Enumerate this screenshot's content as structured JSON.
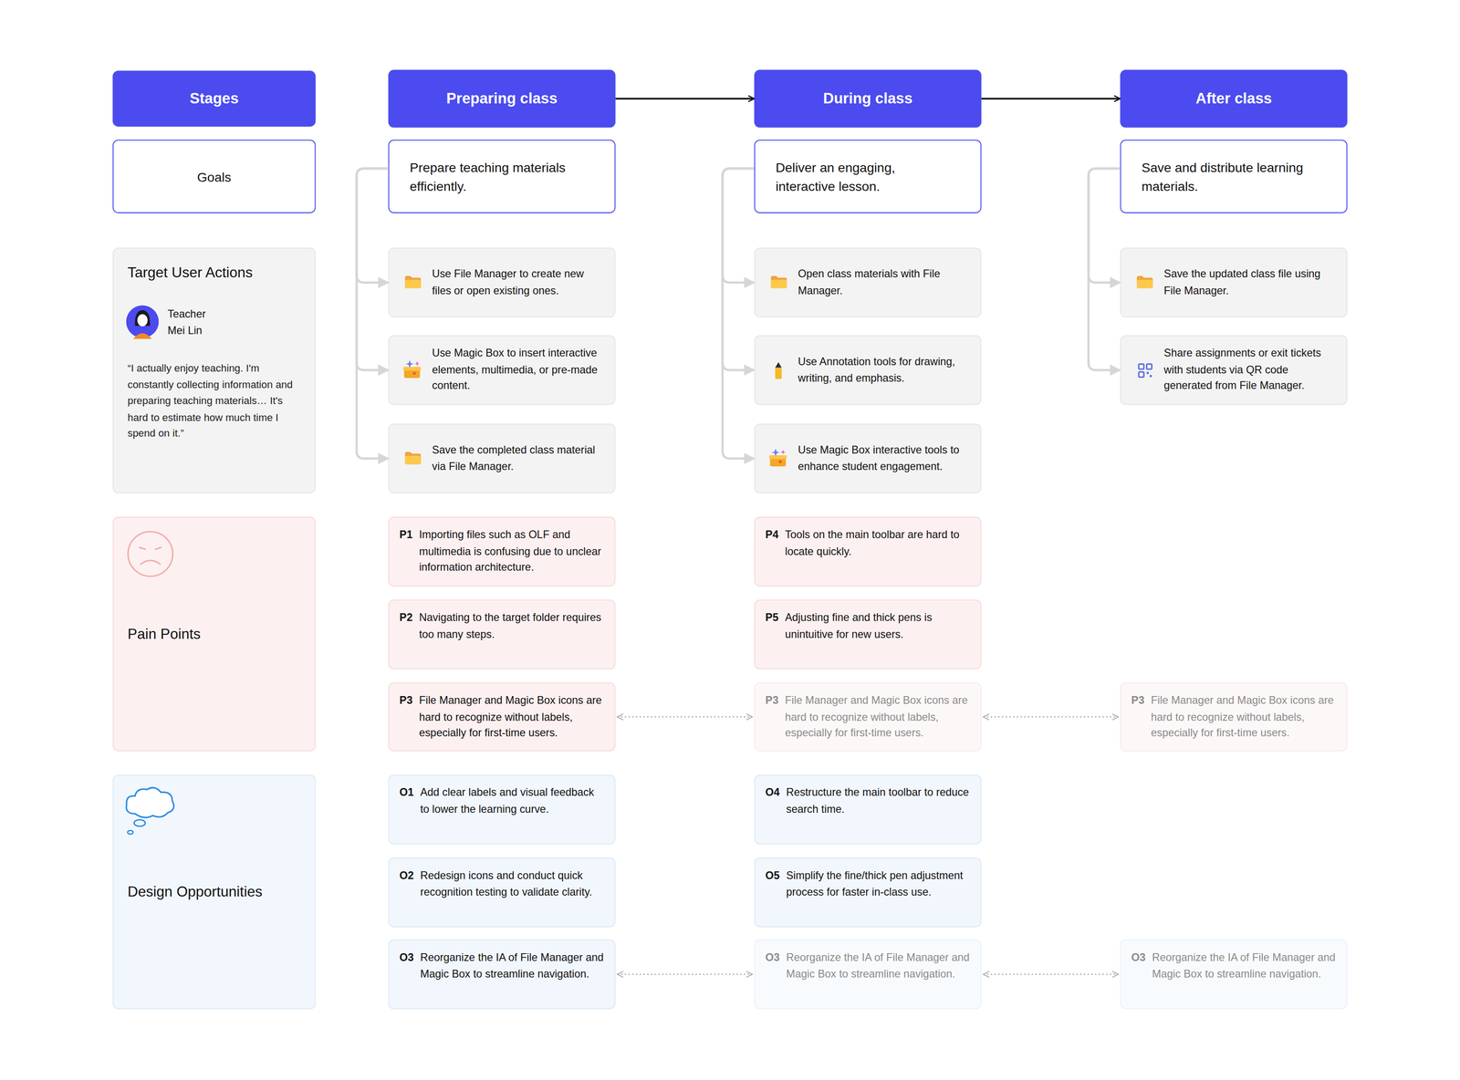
{
  "diagram": {
    "nodes": [
      {
        "text": [
          "Stages"
        ]
      },
      {
        "text": [
          "Preparing class"
        ]
      },
      {
        "text": [
          "During class"
        ]
      },
      {
        "text": [
          "After class"
        ]
      },
      {
        "text": [
          "Goals"
        ]
      },
      {
        "text": [
          "Prepare teaching materials efficiently."
        ]
      },
      {
        "text": [
          "Deliver an engaging, interactive lesson."
        ]
      },
      {
        "text": [
          "Save and distribute learning materials."
        ]
      },
      {
        "text": [
          "Target User Actions",
          "Teacher Mei Lin",
          "“I actually enjoy teaching. I'm constantly collecting information and preparing teaching materials… It's hard to estimate how much time I spend on it.”"
        ]
      },
      {
        "text": [
          "Use File Manager to create new files or open existing ones."
        ]
      },
      {
        "text": [
          "Open class materials with File Manager."
        ]
      },
      {
        "text": [
          "Save the updated class file using File Manager."
        ]
      },
      {
        "text": [
          "Use Magic Box to insert interactive elements, multimedia, or pre-made content."
        ]
      },
      {
        "text": [
          "Use Annotation tools for drawing, writing, and emphasis."
        ]
      },
      {
        "text": [
          "Share assignments or exit tickets with students via QR code generated from File Manager."
        ]
      },
      {
        "text": [
          "Save the completed class material via File Manager."
        ]
      },
      {
        "text": [
          "Use Magic Box interactive tools to enhance student engagement."
        ]
      },
      {
        "text": [
          "Pain Points"
        ]
      },
      {
        "text": [
          "P1",
          "Importing files such as OLF and multimedia is confusing due to unclear information architecture."
        ]
      },
      {
        "text": [
          "P4",
          "Tools on the main toolbar are hard to locate quickly."
        ]
      },
      {
        "text": [
          "P2",
          "Navigating to the target folder requires too many steps."
        ]
      },
      {
        "text": [
          "P5",
          "Adjusting fine and thick pens is unintuitive for new users."
        ]
      },
      {
        "text": [
          "P3",
          "File Manager and Magic Box icons are hard to recognize without labels, especially for first-time users."
        ]
      },
      {
        "text": [
          "P3",
          "File Manager and Magic Box icons are hard to recognize without labels, especially for first-time users."
        ]
      },
      {
        "text": [
          "P3",
          "File Manager and Magic Box icons are hard to recognize without labels, especially for first-time users."
        ]
      },
      {
        "text": [
          "Design Opportunities"
        ]
      },
      {
        "text": [
          "O1",
          "Add clear labels and visual feedback to lower the learning curve."
        ]
      },
      {
        "text": [
          "O4",
          "Restructure the main toolbar to reduce search time."
        ]
      },
      {
        "text": [
          "O2",
          "Redesign icons and conduct quick recognition testing to validate clarity."
        ]
      },
      {
        "text": [
          "O5",
          "Simplify the fine/thick pen adjustment process for faster in-class use."
        ]
      },
      {
        "text": [
          "O3",
          "Reorganize the IA of File Manager and Magic Box to streamline navigation."
        ]
      },
      {
        "text": [
          "O3",
          "Reorganize the IA of File Manager and Magic Box to streamline navigation."
        ]
      },
      {
        "text": [
          "O3",
          "Reorganize the IA of File Manager and Magic Box to streamline navigation."
        ]
      }
    ],
    "edges": [
      {
        "from": 1,
        "to": 2,
        "arrow": "to"
      },
      {
        "from": 2,
        "to": 3,
        "arrow": "to"
      },
      {
        "from": 5,
        "to": 9,
        "arrow": "to"
      },
      {
        "from": 5,
        "to": 12,
        "arrow": "to"
      },
      {
        "from": 5,
        "to": 15,
        "arrow": "to"
      },
      {
        "from": 6,
        "to": 10,
        "arrow": "to"
      },
      {
        "from": 6,
        "to": 13,
        "arrow": "to"
      },
      {
        "from": 6,
        "to": 16,
        "arrow": "to"
      },
      {
        "from": 7,
        "to": 11,
        "arrow": "to"
      },
      {
        "from": 7,
        "to": 14,
        "arrow": "to"
      },
      {
        "from": 22,
        "to": 23,
        "arrow": "both"
      },
      {
        "from": 23,
        "to": 24,
        "arrow": "both"
      },
      {
        "from": 30,
        "to": 31,
        "arrow": "both"
      },
      {
        "from": 31,
        "to": 32,
        "arrow": "both"
      }
    ]
  }
}
